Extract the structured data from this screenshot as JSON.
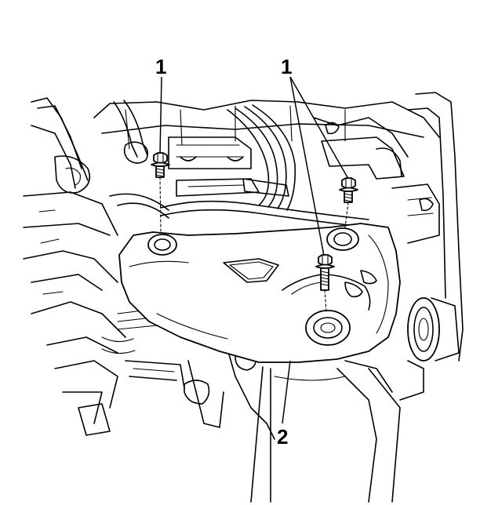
{
  "callouts": {
    "bolt_left": "1",
    "bolt_right": "1",
    "heat_shield": "2"
  }
}
